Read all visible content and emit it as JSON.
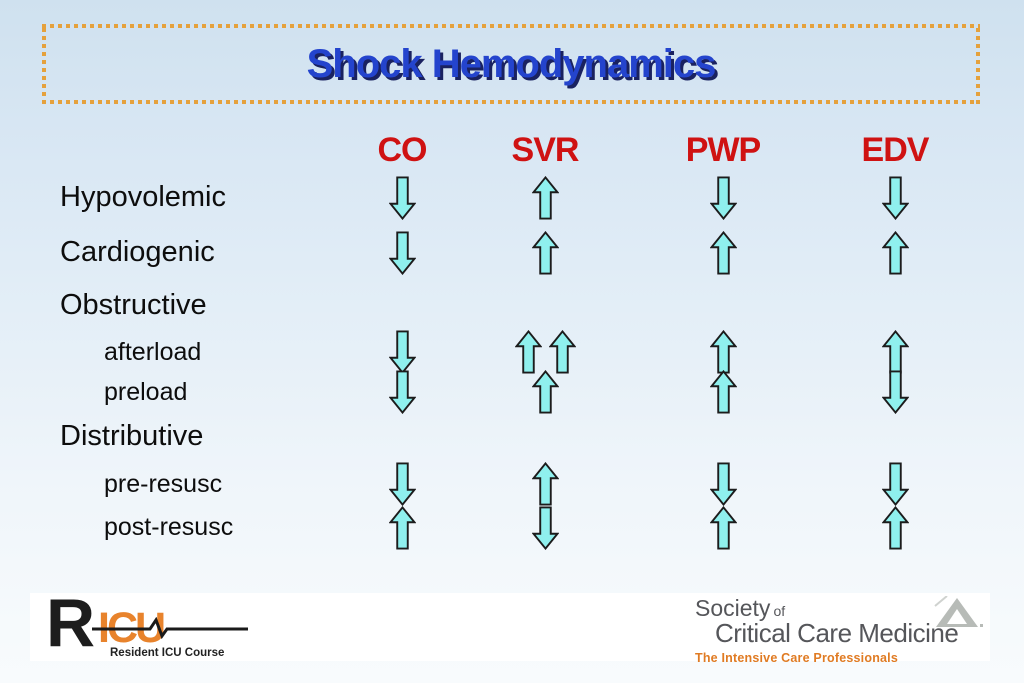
{
  "slide": {
    "title": "Shock Hemodynamics"
  },
  "table": {
    "column_headers": [
      "CO",
      "SVR",
      "PWP",
      "EDV"
    ],
    "rows": [
      {
        "label": "Hypovolemic",
        "level": "main",
        "arrows": [
          [
            "down"
          ],
          [
            "up"
          ],
          [
            "down"
          ],
          [
            "down"
          ]
        ]
      },
      {
        "label": "Cardiogenic",
        "level": "main",
        "arrows": [
          [
            "down"
          ],
          [
            "up"
          ],
          [
            "up"
          ],
          [
            "up"
          ]
        ]
      },
      {
        "label": "Obstructive",
        "level": "main",
        "arrows": [
          [],
          [],
          [],
          []
        ]
      },
      {
        "label": "afterload",
        "level": "sub",
        "arrows": [
          [
            "down"
          ],
          [
            "up",
            "up"
          ],
          [
            "up"
          ],
          [
            "up"
          ]
        ]
      },
      {
        "label": "preload",
        "level": "sub",
        "arrows": [
          [
            "down"
          ],
          [
            "up"
          ],
          [
            "up"
          ],
          [
            "down"
          ]
        ]
      },
      {
        "label": "Distributive",
        "level": "main",
        "arrows": [
          [],
          [],
          [],
          []
        ]
      },
      {
        "label": "pre-resusc",
        "level": "sub",
        "arrows": [
          [
            "down"
          ],
          [
            "up"
          ],
          [
            "down"
          ],
          [
            "down"
          ]
        ]
      },
      {
        "label": "post-resusc",
        "level": "sub",
        "arrows": [
          [
            "up"
          ],
          [
            "down"
          ],
          [
            "up"
          ],
          [
            "up"
          ]
        ]
      }
    ]
  },
  "footer": {
    "ricu": {
      "r_letter": "R",
      "icu_letters": "ICU",
      "caption": "Resident ICU Course"
    },
    "sccm": {
      "society": "Society",
      "of": "of",
      "line2": "Critical Care Medicine",
      "tagline": "The Intensive Care Professionals"
    }
  },
  "colors": {
    "title_blue": "#2444cd",
    "title_shadow": "#1a2260",
    "header_red": "#cf1212",
    "dot_orange": "#e5a13c",
    "arrow_fill": "#8ff0ee",
    "arrow_stroke": "#1c1c1c",
    "logo_orange": "#e8832c",
    "sccm_gray": "#55565a",
    "sccm_orange": "#e07b23",
    "triangle_gray": "#b7bbb7"
  }
}
